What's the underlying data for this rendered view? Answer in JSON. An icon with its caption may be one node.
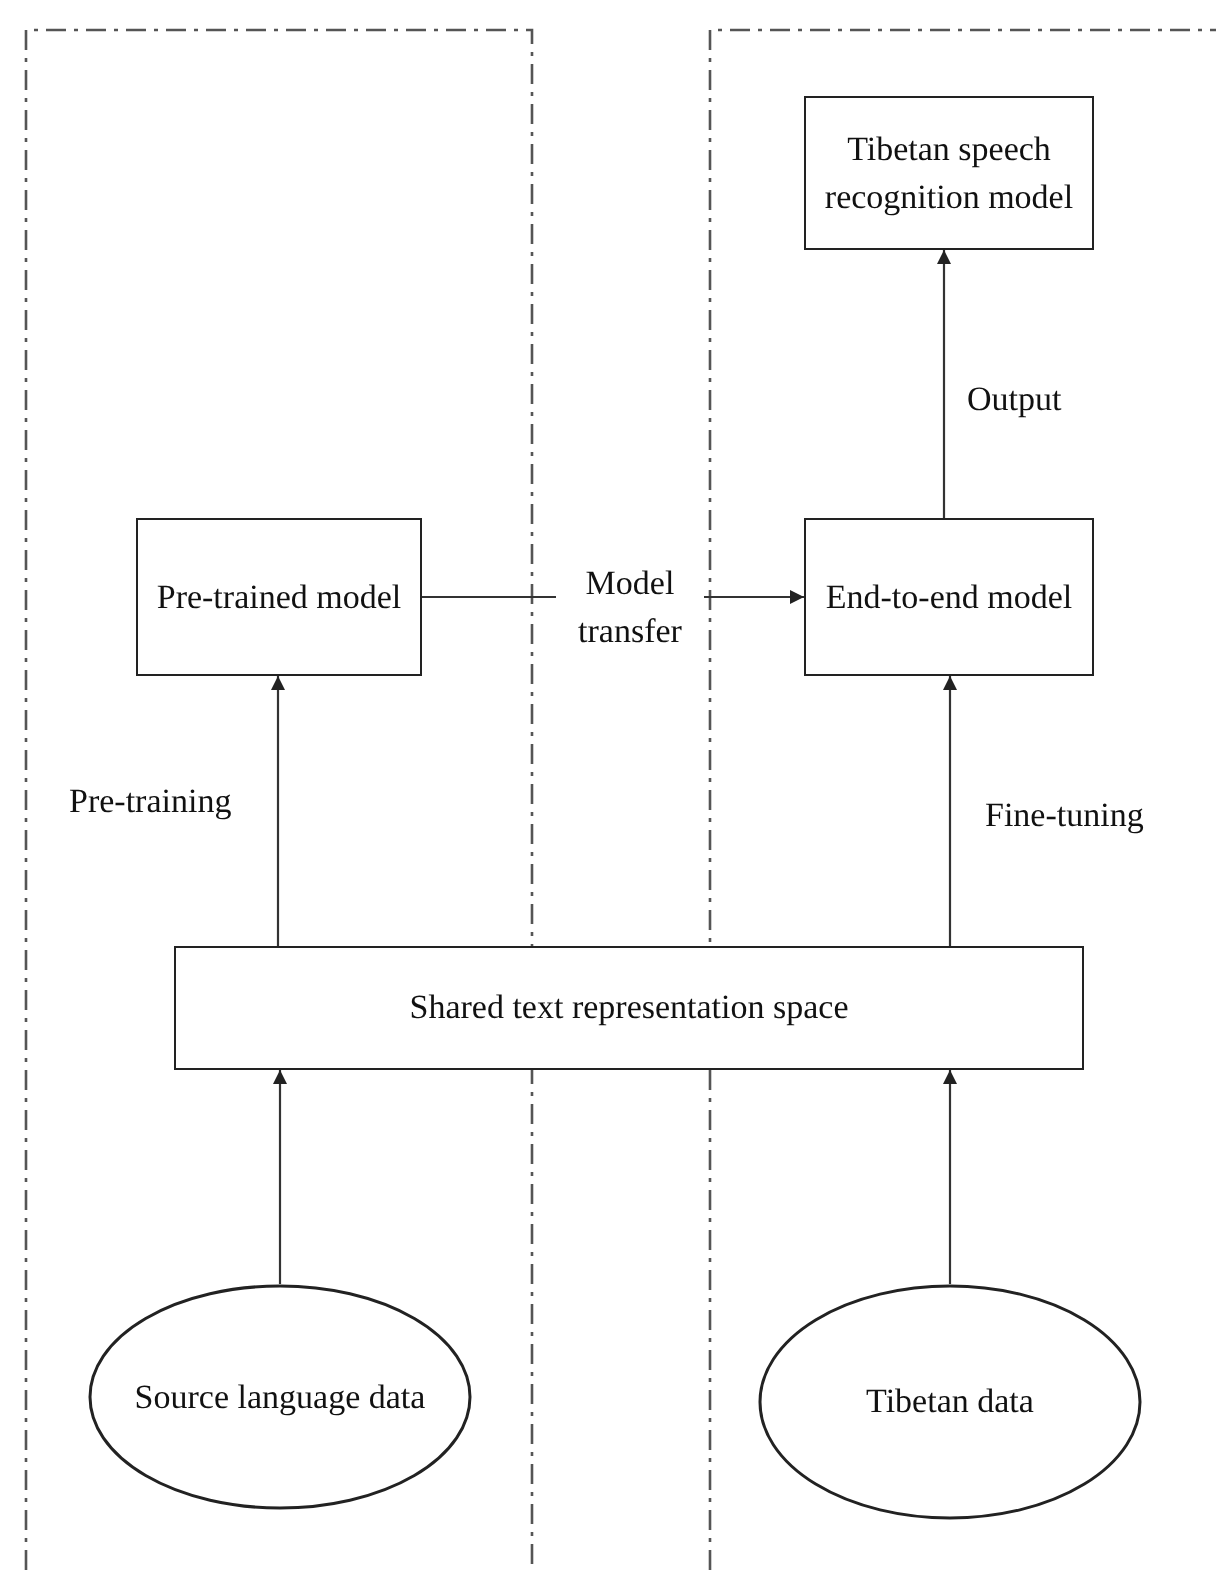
{
  "diagram": {
    "nodes": [
      {
        "text": [
          "Tibetan speech recognition model"
        ]
      },
      {
        "text": [
          "Pre-trained model"
        ]
      },
      {
        "text": [
          "End-to-end model"
        ]
      },
      {
        "text": [
          "Shared text representation space"
        ]
      },
      {
        "text": [
          "Source language data"
        ]
      },
      {
        "text": [
          "Tibetan data"
        ]
      }
    ],
    "edges": [
      {
        "from": 1,
        "to": 2,
        "arrow": "to",
        "label": "Model transfer"
      },
      {
        "from": 2,
        "to": 0,
        "arrow": "to",
        "label": "Output"
      },
      {
        "from": 3,
        "to": 1,
        "arrow": "to",
        "label": "Pre-training"
      },
      {
        "from": 3,
        "to": 2,
        "arrow": "to",
        "label": "Fine-tuning"
      },
      {
        "from": 4,
        "to": 3,
        "arrow": "to"
      },
      {
        "from": 5,
        "to": 3,
        "arrow": "to"
      }
    ]
  }
}
